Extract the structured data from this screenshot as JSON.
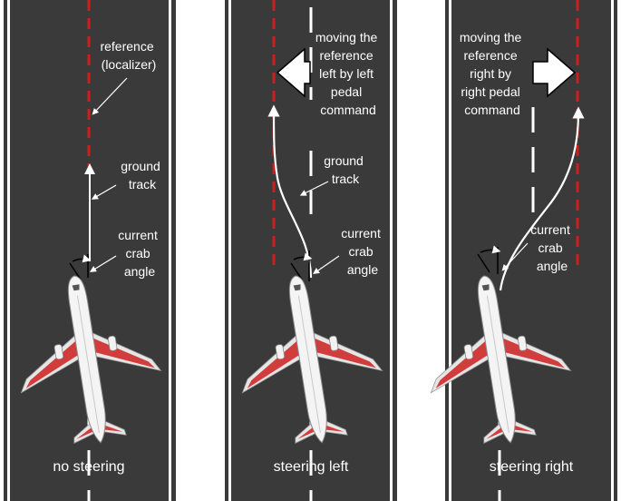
{
  "panels": [
    {
      "id": "no-steering",
      "caption": "no steering",
      "reference_label": [
        "reference",
        "(localizer)"
      ],
      "track_label": [
        "ground",
        "track"
      ],
      "crab_label": [
        "current",
        "crab",
        "angle"
      ]
    },
    {
      "id": "steering-left",
      "caption": "steering left",
      "command_label": [
        "moving the",
        "reference",
        "left by left",
        "pedal",
        "command"
      ],
      "track_label": [
        "ground",
        "track"
      ],
      "crab_label": [
        "current",
        "crab",
        "angle"
      ]
    },
    {
      "id": "steering-right",
      "caption": "steering right",
      "command_label": [
        "moving the",
        "reference",
        "right by",
        "right pedal",
        "command"
      ],
      "crab_label": [
        "current",
        "crab",
        "angle"
      ]
    }
  ],
  "colors": {
    "runway": "#3a3a3a",
    "reference_line": "#cc1f1f",
    "marking": "#ffffff",
    "aircraft_body": "#e6e6e6",
    "aircraft_accent": "#cc1f1f"
  }
}
